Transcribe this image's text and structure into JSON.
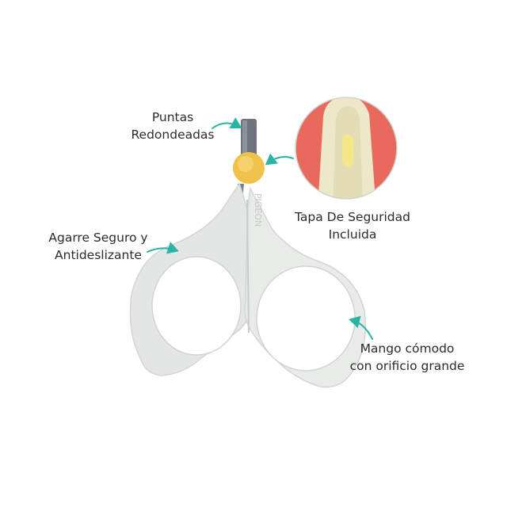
{
  "labels": {
    "tips": [
      "Puntas",
      "Redondeadas"
    ],
    "cap": [
      "Tapa De Seguridad",
      "Incluida"
    ],
    "grip": [
      "Agarre Seguro y",
      "Antideslizante"
    ],
    "handle": [
      "Mango cómodo",
      "con orificio grande"
    ]
  },
  "brand": "PIGEON",
  "colors": {
    "accent_arrow": "#2bb3a3",
    "handle_body": "#e3e6e4",
    "pivot_button": "#f0c24a",
    "inset_background": "#e86a5c",
    "blade": "#707580"
  }
}
